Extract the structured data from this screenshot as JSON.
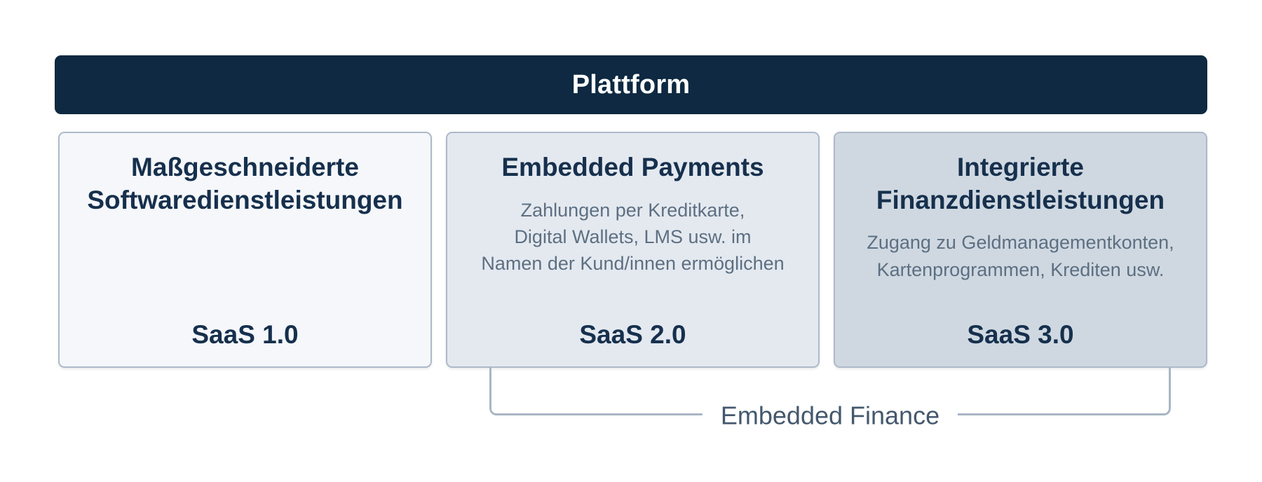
{
  "diagram": {
    "header": {
      "title": "Plattform"
    },
    "boxes": [
      {
        "title_lines": [
          "Maßgeschneiderte",
          "Softwaredienstleistungen"
        ],
        "label": "SaaS 1.0"
      },
      {
        "title_lines": [
          "Embedded Payments"
        ],
        "description_lines": [
          "Zahlungen per Kreditkarte,",
          "Digital Wallets, LMS usw. im",
          "Namen der Kund/innen ermöglichen"
        ],
        "label": "SaaS 2.0"
      },
      {
        "title_lines": [
          "Integrierte",
          "Finanzdienstleistungen"
        ],
        "description_lines": [
          "Zugang zu Geldmanagementkonten,",
          "Kartenprogrammen, Krediten usw."
        ],
        "label": "SaaS 3.0"
      }
    ],
    "bracket": {
      "label": "Embedded Finance"
    },
    "colors": {
      "header_bg": "#0e2941",
      "header_text": "#ffffff",
      "box1_bg": "#f5f7fa",
      "box2_bg": "#e4e9f0",
      "box3_bg": "#cfd8e1",
      "box_border": "#aeb9c9",
      "title_text": "#16304d",
      "description_text": "#5d6f82",
      "bracket_line": "#a9b6c5",
      "bracket_text": "#44586d"
    }
  }
}
